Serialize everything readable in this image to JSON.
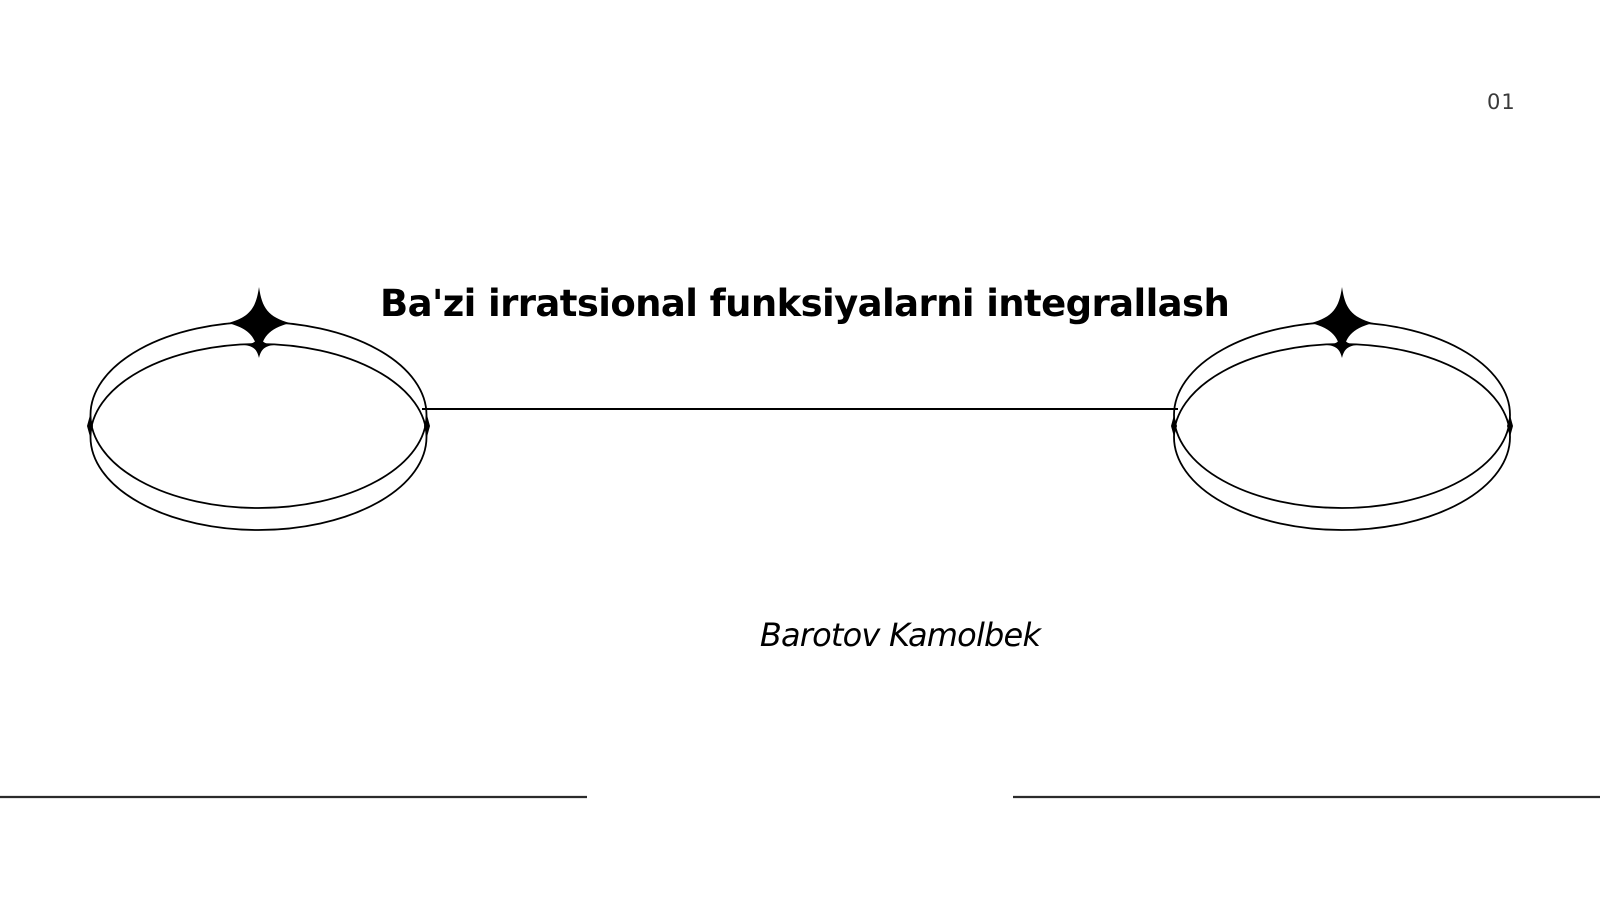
{
  "slide": {
    "page_number": "01",
    "title": "Ba'zi irratsional funksiyalarni integrallash",
    "author": "Barotov Kamolbek"
  },
  "decor": {
    "icons": [
      "sparkle-star-icon",
      "ellipse-ring-icon"
    ],
    "stroke_color": "#000000",
    "background_color": "#ffffff",
    "divider_color": "#2b2b2b"
  }
}
